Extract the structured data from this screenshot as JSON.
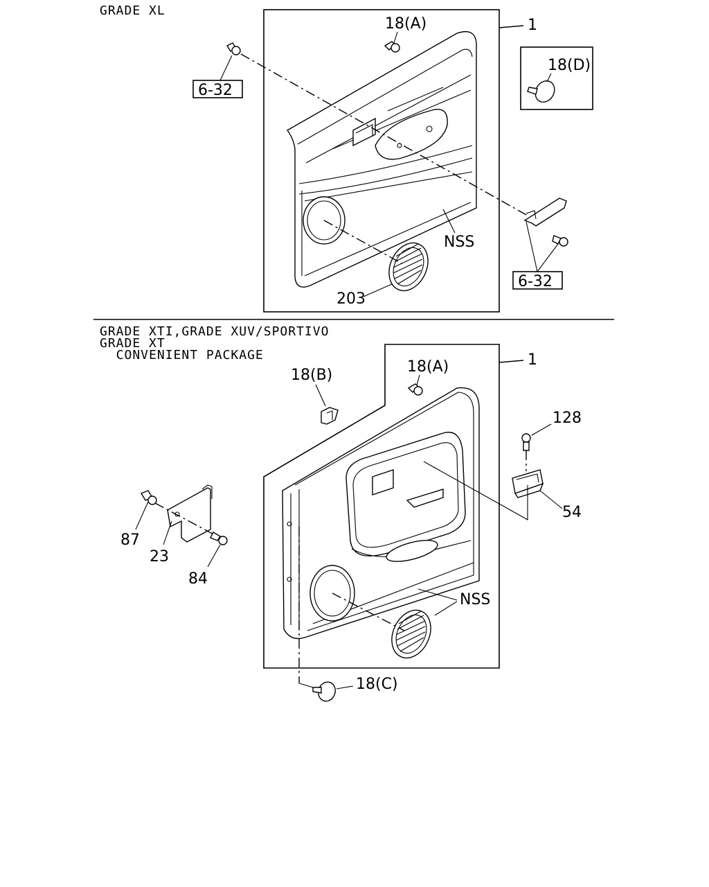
{
  "sections": {
    "top": {
      "heading": "GRADE XL",
      "callouts": {
        "panel": "1",
        "clip_a": "18(A)",
        "clip_d": "18(D)",
        "ref_left": "6-32",
        "ref_right": "6-32",
        "nss": "NSS",
        "speaker_grille": "203"
      }
    },
    "bottom": {
      "heading_lines": [
        "GRADE XTI,GRADE XUV/SPORTIVO",
        "GRADE XT",
        "  CONVENIENT PACKAGE"
      ],
      "callouts": {
        "panel": "1",
        "clip_a": "18(A)",
        "clip_b": "18(B)",
        "clip_c": "18(C)",
        "screw": "128",
        "pocket": "54",
        "nut": "87",
        "bracket": "23",
        "bolt": "84",
        "nss": "NSS"
      }
    }
  },
  "icons": [
    "door-trim-panel-icon",
    "clip-icon",
    "screw-icon",
    "speaker-grille-icon",
    "bracket-icon",
    "pocket-icon"
  ]
}
